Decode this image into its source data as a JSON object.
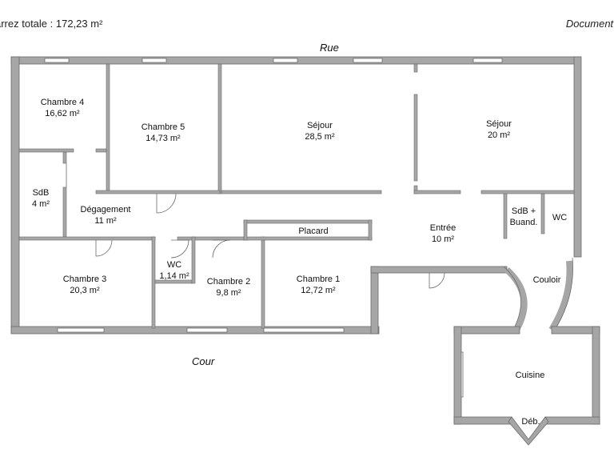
{
  "header": {
    "area_text": "arrez totale :  172,23 m²",
    "document_text": "Document n"
  },
  "streets": {
    "top": "Rue",
    "bottom": "Cour"
  },
  "rooms": [
    {
      "id": "chambre4",
      "name": "Chambre 4",
      "area": "16,62 m²"
    },
    {
      "id": "chambre5",
      "name": "Chambre 5",
      "area": "14,73 m²"
    },
    {
      "id": "sejour1",
      "name": "Séjour",
      "area": "28,5 m²"
    },
    {
      "id": "sejour2",
      "name": "Séjour",
      "area": "20 m²"
    },
    {
      "id": "sdb",
      "name": "SdB",
      "area": "4 m²"
    },
    {
      "id": "degagement",
      "name": "Dégagement",
      "area": "11 m²"
    },
    {
      "id": "sdb-buand",
      "name": "SdB +",
      "area": "Buand."
    },
    {
      "id": "wc1",
      "name": "WC",
      "area": ""
    },
    {
      "id": "entree",
      "name": "Entrée",
      "area": "10 m²"
    },
    {
      "id": "placard",
      "name": "Placard",
      "area": ""
    },
    {
      "id": "chambre3",
      "name": "Chambre 3",
      "area": "20,3 m²"
    },
    {
      "id": "wc2",
      "name": "WC",
      "area": "1,14 m²"
    },
    {
      "id": "chambre2",
      "name": "Chambre 2",
      "area": "9,8 m²"
    },
    {
      "id": "chambre1",
      "name": "Chambre 1",
      "area": "12,72 m²"
    },
    {
      "id": "couloir",
      "name": "Couloir",
      "area": ""
    },
    {
      "id": "cuisine",
      "name": "Cuisine",
      "area": ""
    },
    {
      "id": "deb",
      "name": "Déb.",
      "area": ""
    }
  ]
}
